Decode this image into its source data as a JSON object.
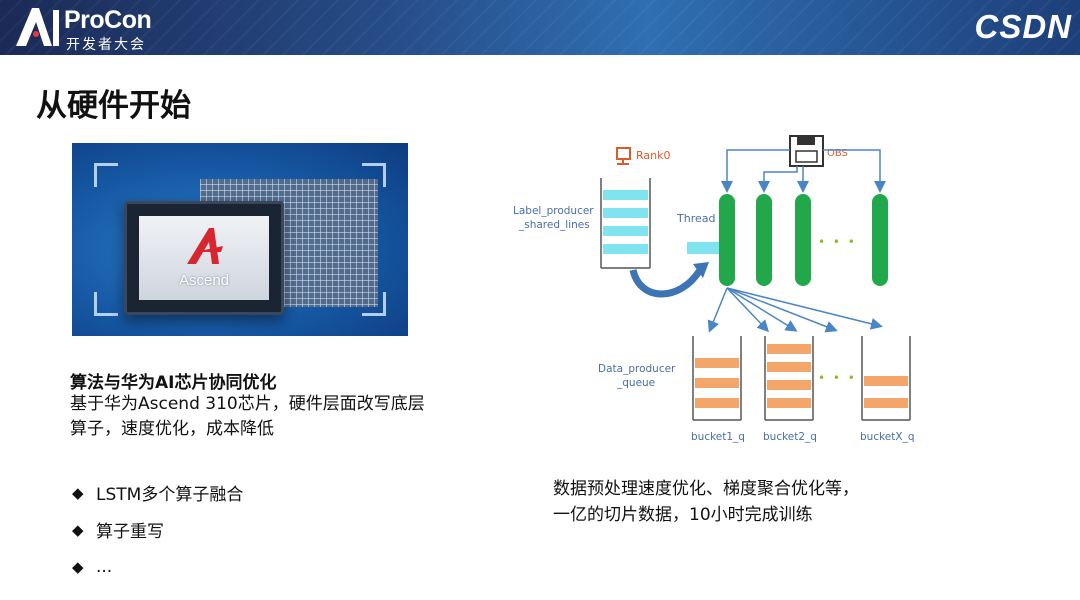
{
  "header": {
    "brand": "ProCon",
    "brand_sub": "开发者大会",
    "right_logo": "CSDN",
    "left_logo_icon": "ai-procon-logo-icon"
  },
  "slide": {
    "title": "从硬件开始",
    "left": {
      "image_icon": "ascend-chip-image",
      "chip_text": "Ascend",
      "heading": "算法与华为AI芯片协同优化",
      "body": "基于华为Ascend 310芯片，硬件层面改写底层算子，速度优化，成本降低",
      "bullet_symbol": "◆",
      "bullets": [
        "LSTM多个算子融合",
        "算子重写",
        "..."
      ]
    },
    "diagram": {
      "rank_label": "Rank0",
      "obs_label": "OBS",
      "label_producer": [
        "Label_producer",
        "_shared_lines"
      ],
      "thread_label": "Thread",
      "dots": "• • •",
      "data_producer": [
        "Data_producer",
        "_queue"
      ],
      "buckets": [
        "bucket1_q",
        "bucket2_q",
        "bucketX_q"
      ],
      "colors": {
        "queue_cyan": "#7fe3f0",
        "tube_green": "#22a84a",
        "bucket_orange": "#f4a66a",
        "arrow_blue": "#4a86c5",
        "label_blue": "#4a6ea8"
      }
    },
    "caption": [
      "数据预处理速度优化、梯度聚合优化等，",
      "一亿的切片数据，10小时完成训练"
    ]
  }
}
